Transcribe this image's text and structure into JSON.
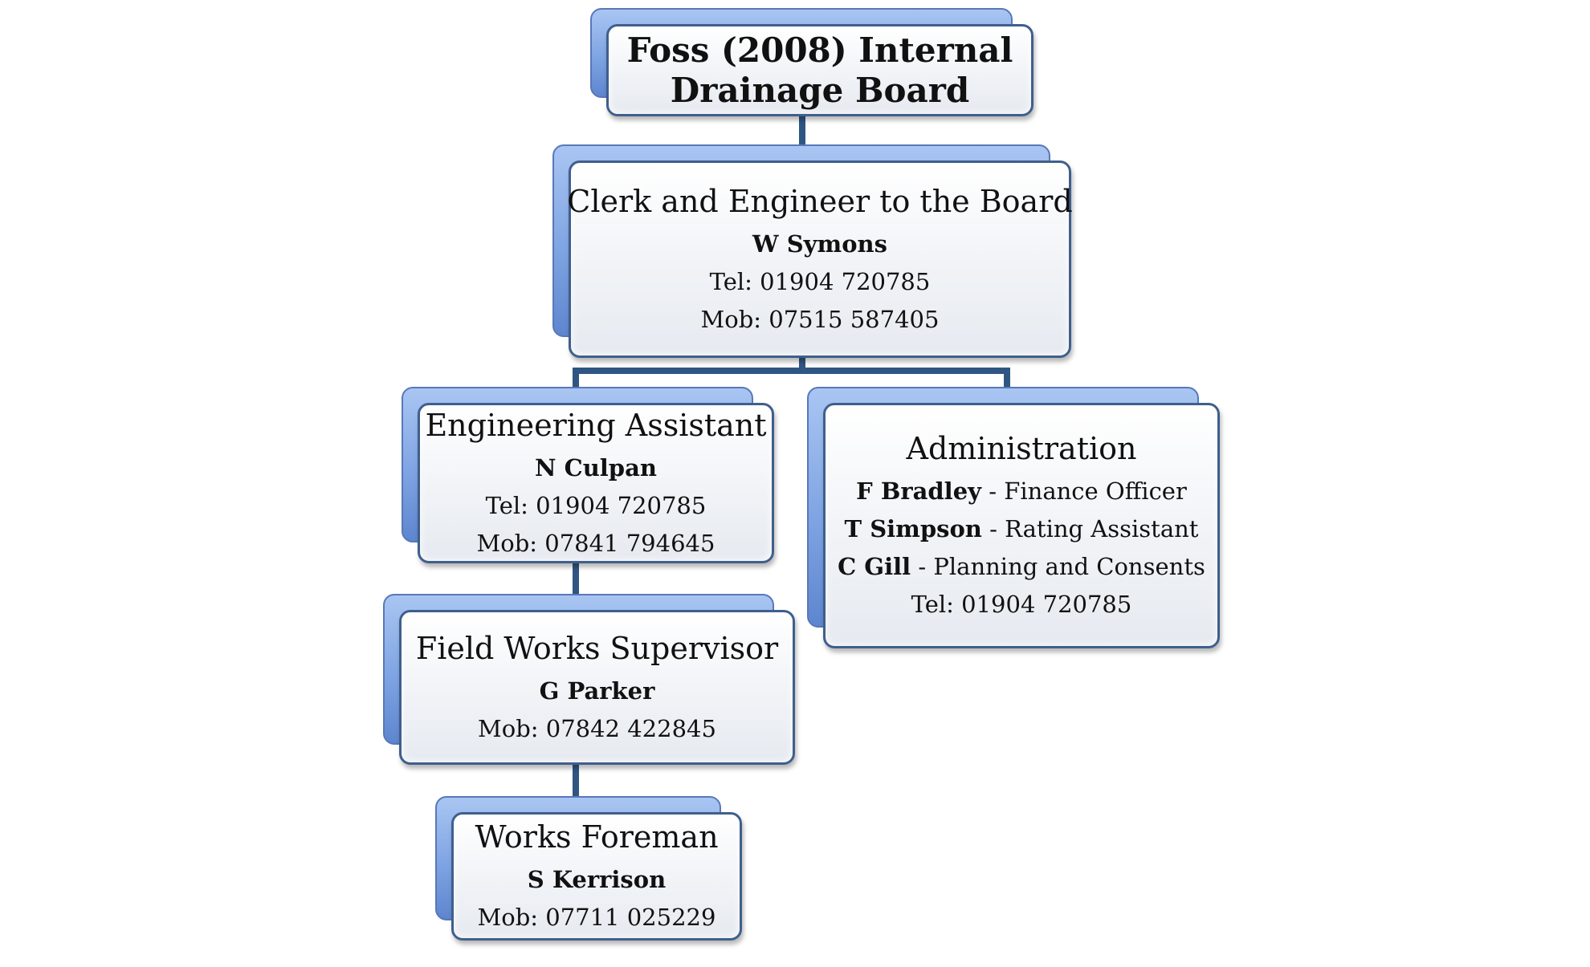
{
  "board": {
    "title_line1": "Foss (2008) Internal",
    "title_line2": "Drainage Board"
  },
  "clerk": {
    "role": "Clerk and Engineer to the Board",
    "name": "W Symons",
    "tel": "Tel: 01904 720785",
    "mob": "Mob: 07515 587405"
  },
  "engineering_assistant": {
    "role": "Engineering Assistant",
    "name": "N Culpan",
    "tel": "Tel: 01904 720785",
    "mob": "Mob: 07841 794645"
  },
  "administration": {
    "role": "Administration",
    "staff": [
      {
        "name": "F Bradley",
        "position": " - Finance Officer"
      },
      {
        "name": "T Simpson",
        "position": " - Rating Assistant"
      },
      {
        "name": "C Gill",
        "position": " - Planning and Consents"
      }
    ],
    "tel": "Tel: 01904 720785"
  },
  "field_works_supervisor": {
    "role": "Field Works Supervisor",
    "name": "G Parker",
    "mob": "Mob: 07842 422845"
  },
  "works_foreman": {
    "role": "Works Foreman",
    "name": "S Kerrison",
    "mob": "Mob: 07711 025229"
  }
}
